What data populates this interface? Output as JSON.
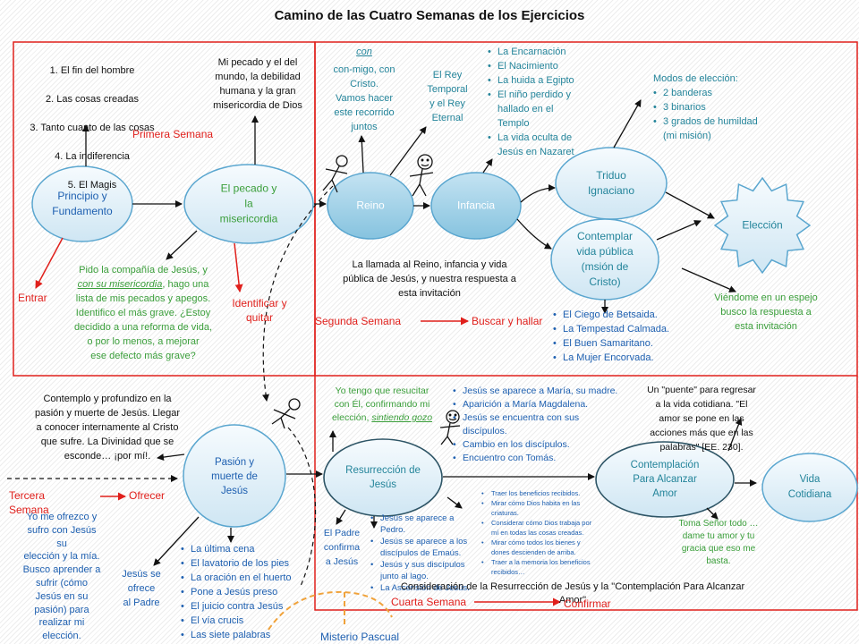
{
  "title": "Camino de las Cuatro Semanas de los Ejercicios",
  "colors": {
    "red": "#e0201c",
    "blue": "#1d5fb0",
    "green": "#3a9e3a",
    "teal": "#23849a"
  },
  "week1": {
    "label": "Primera Semana",
    "foundation_topics": [
      "1. El fin del hombre",
      "2. Las cosas creadas",
      "3. Tanto cuanto de las cosas",
      "4. La indiferencia",
      "5. El Magis"
    ],
    "sin_topics": "Mi pecado y el del\nmundo, la debilidad\nhumana y la gran\nmisericordia de Dios",
    "node_principio": "Principio y\nFundamento",
    "node_pecado": "El pecado y\nla\nmisericordia",
    "enter_label": "Entrar",
    "prayer": {
      "before": "Pido la compañía de Jesús, y\n",
      "emphasis": "con su misericordia",
      "after": ", hago una\nlista de mis pecados y apegos.\nIdentifico el más grave. ¿Estoy\ndecidido a una reforma de vida,\no por lo menos, a mejorar\nese defecto más grave?"
    },
    "action_label": "Identificar y\nquitar"
  },
  "week2": {
    "label": "Segunda Semana",
    "action_label": "Buscar y hallar",
    "invitation_with": "con",
    "invitation": "con-migo, con\nCristo.\nVamos hacer\neste recorrido\njuntos",
    "kings": "El Rey\nTemporal\ny el Rey\nEternal",
    "infancy_mysteries": [
      "La Encarnación",
      "El Nacimiento",
      "La huida a Egipto",
      "El niño perdido y\nhallado en el\nTemplo",
      "La vida oculta de\nJesús en Nazaret"
    ],
    "election_modes_title": "Modos de elección:",
    "election_modes": [
      "2 banderas",
      "3 binarios",
      "3 grados de humildad\n(mi misión)"
    ],
    "node_reino": "Reino",
    "node_infancia": "Infancia",
    "node_triduo": "Triduo\nIgnaciano",
    "node_vida_publica": "Contemplar\nvida pública\n(msión de\nCristo)",
    "node_eleccion": "Elección",
    "summary": "La llamada al Reino, infancia y vida\npública de Jesús, y nuestra respuesta a\nesta invitación",
    "mirror": "Viéndome en un espejo\nbusco la respuesta a\nesta invitación",
    "public_life_mysteries": [
      "El Ciego de Betsaida.",
      "La Tempestad Calmada.",
      "El Buen Samaritano.",
      "La Mujer Encorvada."
    ]
  },
  "week3": {
    "label": "Tercera\nSemana",
    "action_label": "Ofrecer",
    "contemplation": "Contemplo y profundizo en la\npasión y muerte de Jesús. Llegar\na conocer internamente al Cristo\nque sufre. La Divinidad que se\nesconde… ¡por mí!.",
    "offering": "Yo me ofrezco y\nsufro con Jesús\nsu\nelección y la mía.\nBusco aprender a\nsufrir (cómo\nJesús en su\npasión) para\nrealizar mi\nelección.",
    "jesus_offers": "Jesús se\nofrece\nal Padre",
    "node_pasion": "Pasión y\nmuerte de\nJesús",
    "passion_mysteries": [
      "La última cena",
      "El lavatorio de los pies",
      "La oración en el huerto",
      "Pone a Jesús preso",
      "El juicio contra Jesús",
      "El vía crucis",
      "Las siete palabras"
    ],
    "paschal_mystery": "Misterio Pascual"
  },
  "week4": {
    "label": "Cuarta Semana",
    "action_label": "Confirmar",
    "resurrection_response": {
      "before": "Yo tengo que resucitar\ncon Él, confirmando mi\nelección, ",
      "emphasis": "sintiendo gozo"
    },
    "appearances_1": [
      "Jesús se aparece a María, su madre.",
      "Aparición a María Magdalena.",
      "Jesús se encuentra con sus\ndiscípulos.",
      "Cambio en los discípulos.",
      "Encuentro con Tomás."
    ],
    "node_resurreccion": "Resurrección de\nJesús",
    "father_confirms": "El Padre\nconfirma\na Jesús",
    "appearances_2": [
      "Jesús se aparece a\nPedro.",
      "Jesús se aparece a los\ndiscípulos de Emaús.",
      "Jesús y sus discípulos\njunto al lago.",
      "La Ascensión de Jesús."
    ],
    "cpaa_points": [
      "Traer los beneficios recibidos.",
      "Mirar cómo Dios habita en las\ncriaturas.",
      "Considerar cómo Dios trabaja por\nmí en todas las cosas creadas.",
      "Mirar cómo todos los bienes y\ndones descienden de arriba.",
      "Traer a la memoria los beneficios\nrecibidos…"
    ],
    "bridge": "Un \"puente\" para regresar\na la vida cotidiana. \"El\namor se pone en las\nacciones más que en las\npalabras\" [EE. 230].",
    "node_cpaa": "Contemplación\nPara Alcanzar\nAmor",
    "node_vida_cotidiana": "Vida\nCotidiana",
    "prayer": "Toma Señor todo …\ndame tu amor y tu\ngracia que eso me\nbasta.",
    "consideration": "Consideración de la Resurrección de Jesús y la \"Contemplación Para Alcanzar\nAmor\""
  }
}
